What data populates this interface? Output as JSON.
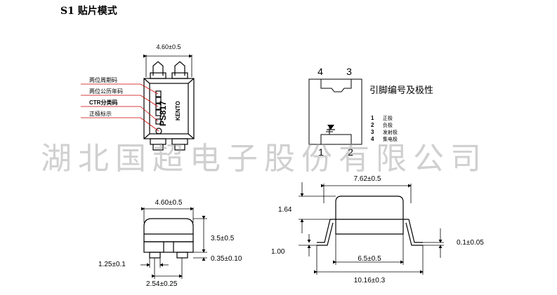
{
  "title": "S1 贴片模式",
  "watermark": "湖北国超电子股份有限公司",
  "top_view": {
    "width_dim": "4.60±0.5",
    "callouts": [
      "两位周期码",
      "两位公历年码",
      "CTR分类码",
      "正极标示"
    ],
    "marking_part": "PS817",
    "marking_brand": "KENTO"
  },
  "pin_diagram": {
    "pins_top": [
      "4",
      "3"
    ],
    "pins_bottom": [
      "1",
      "2"
    ],
    "caption": "引脚编号及极性",
    "legend": [
      {
        "num": "1",
        "label": "正极"
      },
      {
        "num": "2",
        "label": "负极"
      },
      {
        "num": "3",
        "label": "发射极"
      },
      {
        "num": "4",
        "label": "集电极"
      }
    ]
  },
  "front_view": {
    "width_dim": "4.60±0.5",
    "height_dim": "3.5±0.5",
    "standoff_dim": "0.35±0.10",
    "pad_dim": "1.25±0.1",
    "pitch_dim": "2.54±0.25"
  },
  "side_view": {
    "top_dim": "7.62±0.5",
    "body_height": "1.64",
    "lead_height": "1.00",
    "body_width": "6.5±0.5",
    "overall_width": "10.16±0.3",
    "lead_thickness": "0.1±0.05"
  },
  "colors": {
    "line": "#000000",
    "callout_line": "#cc0000",
    "watermark": "#969696"
  }
}
